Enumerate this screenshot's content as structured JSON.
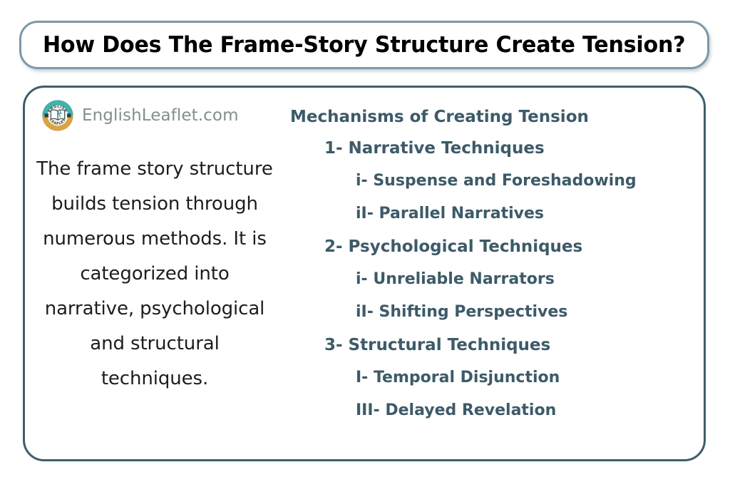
{
  "page": {
    "title": "How Does The Frame-Story Structure Create Tension?",
    "background_color": "#ffffff",
    "title_border_color": "#7d98a8",
    "card_border_color": "#3f5e6b",
    "accent_text_color": "#3d5a68",
    "body_text_color": "#1d1d1d",
    "brand_text_color": "#82908c"
  },
  "brand": {
    "name": "EnglishLeaflet.com",
    "logo": {
      "icon": "open-book-badge-icon",
      "top_arc_text": "ENGLISH",
      "bottom_arc_text": "LEAFLET",
      "top_color": "#3fb3ac",
      "bottom_color": "#d9a441",
      "ring_color": "#2f3e46",
      "book_color": "#f3ecd8"
    }
  },
  "summary": {
    "paragraph": "The frame story structure builds tension through numerous methods. It is categorized into narrative, psychological and structural techniques."
  },
  "outline": {
    "heading": "Mechanisms of Creating Tension",
    "sections": [
      {
        "label": "1- Narrative Techniques",
        "children": [
          {
            "label": "i- Suspense and Foreshadowing"
          },
          {
            "label": "iI- Parallel Narratives"
          }
        ]
      },
      {
        "label": "2- Psychological Techniques",
        "children": [
          {
            "label": "i- Unreliable Narrators"
          },
          {
            "label": "iI- Shifting Perspectives"
          }
        ]
      },
      {
        "label": "3- Structural Techniques",
        "children": [
          {
            "label": "I- Temporal Disjunction"
          },
          {
            "label": "III- Delayed Revelation"
          }
        ]
      }
    ]
  }
}
